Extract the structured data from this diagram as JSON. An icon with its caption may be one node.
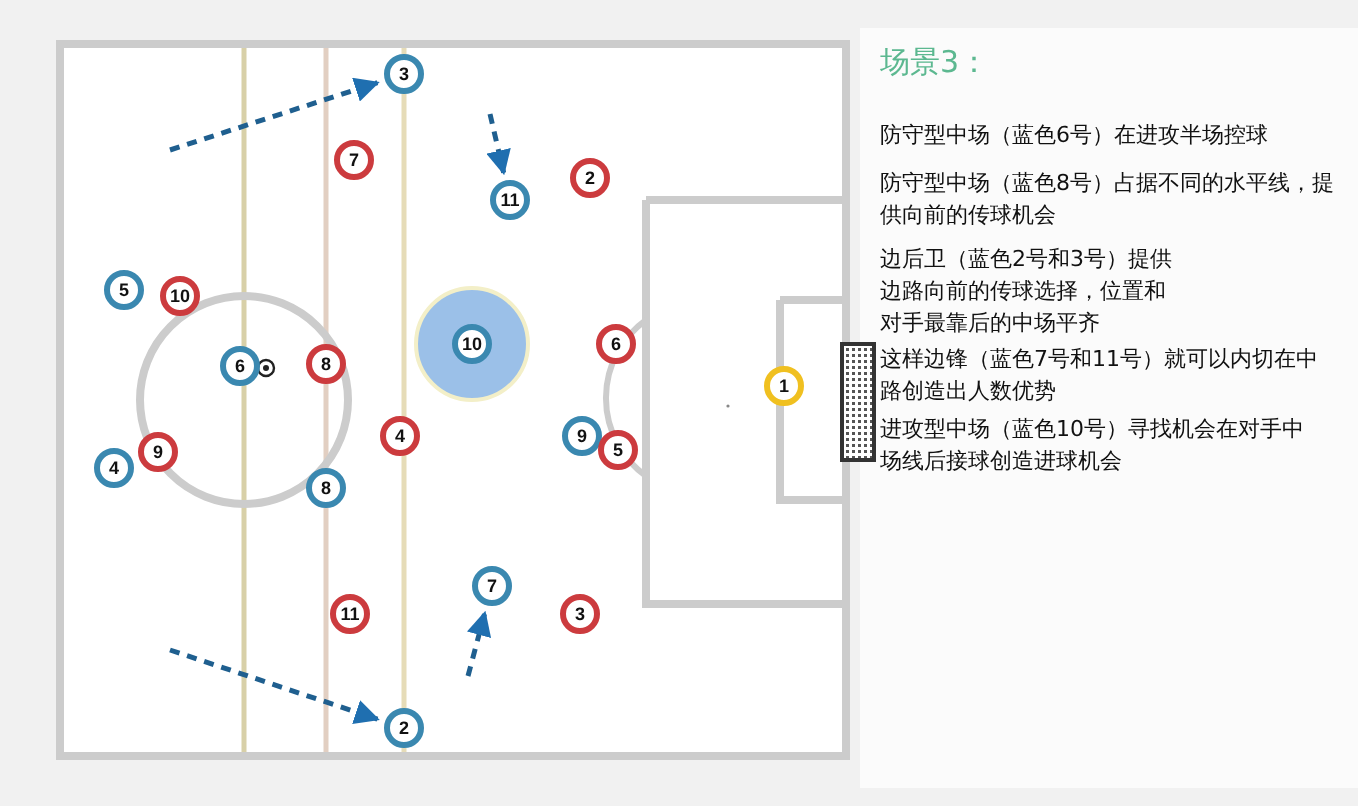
{
  "diagram": {
    "title": "场景3：",
    "nodes": [
      {
        "text": [
          "3"
        ]
      },
      {
        "text": [
          "7"
        ]
      },
      {
        "text": [
          "11"
        ]
      },
      {
        "text": [
          "2"
        ]
      },
      {
        "text": [
          "5"
        ]
      },
      {
        "text": [
          "10"
        ]
      },
      {
        "text": [
          "6"
        ]
      },
      {
        "text": [
          "8"
        ]
      },
      {
        "text": [
          "10"
        ]
      },
      {
        "text": [
          "6"
        ]
      },
      {
        "text": [
          "1"
        ]
      },
      {
        "text": [
          "9"
        ]
      },
      {
        "text": [
          "4"
        ]
      },
      {
        "text": [
          "4"
        ]
      },
      {
        "text": [
          "9"
        ]
      },
      {
        "text": [
          "5"
        ]
      },
      {
        "text": [
          "8"
        ]
      },
      {
        "text": [
          "7"
        ]
      },
      {
        "text": [
          "11"
        ]
      },
      {
        "text": [
          "3"
        ]
      },
      {
        "text": [
          "2"
        ]
      }
    ],
    "edges": [
      {
        "from": null,
        "to": 0,
        "arrow": "to",
        "style": "dashed"
      },
      {
        "from": null,
        "to": 2,
        "arrow": "to",
        "style": "dashed"
      },
      {
        "from": null,
        "to": 17,
        "arrow": "to",
        "style": "dashed"
      },
      {
        "from": null,
        "to": 20,
        "arrow": "to",
        "style": "dashed"
      }
    ],
    "labels": [
      "防守型中场（蓝色6号）在进攻半场控球",
      "防守型中场（蓝色8号）占据不同的水平线，提供向前的传球机会",
      "边后卫（蓝色2号和3号）提供边路向前的传球选择，位置和对手最靠后的中场平齐",
      "这样边锋（蓝色7号和11号）就可以内切在中路创造出人数优势",
      "进攻型中场（蓝色10号）寻找机会在对手中场线后接球创造进球机会"
    ]
  }
}
